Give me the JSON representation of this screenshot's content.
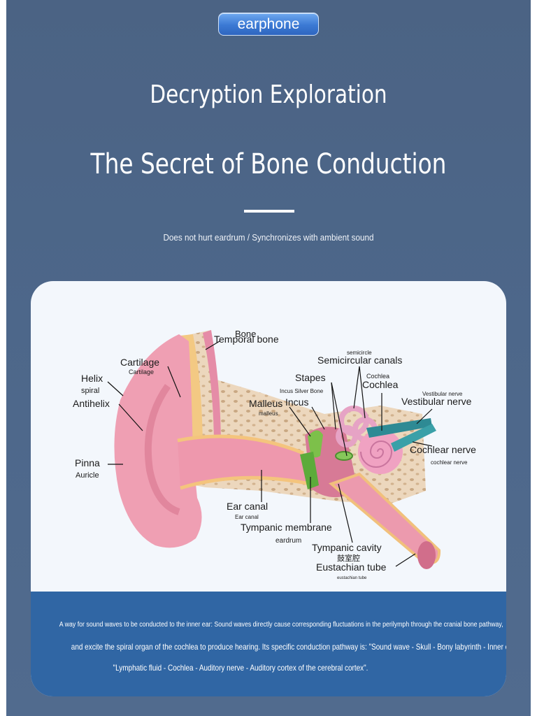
{
  "badge": {
    "label": "earphone"
  },
  "header": {
    "title_line1": "Decryption Exploration",
    "title_line2": "The Secret of Bone Conduction",
    "subtitle": "Does not hurt eardrum / Synchronizes with ambient sound"
  },
  "diagram": {
    "labels": {
      "bone_top": "Bone",
      "temporal_bone": "Temporal bone",
      "cartilage": "Cartilage",
      "cartilage_sub": "Cartilage",
      "helix": "Helix",
      "spiral": "spiral",
      "antihelix": "Antihelix",
      "semicircle": "semicircle",
      "semicircular_canals": "Semicircular canals",
      "stapes": "Stapes",
      "incus_silver_bone": "Incus Silver Bone",
      "cochlea_small": "Cochlea",
      "cochlea": "Cochlea",
      "vestibular_small": "Vestibular nerve",
      "vestibular_nerve": "Vestibular nerve",
      "malleus": "Malleus",
      "incus": "Incus",
      "malleus_sub": "malleus",
      "cochlear_nerve": "Cochlear nerve",
      "cochlear_nerve_sub": "cochlear nerve",
      "pinna": "Pinna",
      "auricle": "Auricle",
      "ear_canal": "Ear canal",
      "ear_canal_sub": "Ear canal",
      "tympanic_membrane": "Tympanic membrane",
      "eardrum": "eardrum",
      "tympanic_cavity": "Tympanic cavity",
      "tympanic_cavity_cn": "鼓室腔",
      "eustachian_tube": "Eustachian tube",
      "eustachian_sub": "eustachian tube"
    }
  },
  "caption": {
    "line1": "A way for sound waves to be conducted to the inner ear: Sound waves directly cause corresponding fluctuations in the perilymph through the cranial bone pathway,",
    "line2": "and excite the spiral organ of the cochlea to produce hearing. Its specific conduction pathway is: \"Sound wave - Skull - Bony labyrinth - Inner ear\"",
    "line3": "\"Lymphatic fluid - Cochlea - Auditory nerve - Auditory cortex of the cerebral cortex\"."
  }
}
